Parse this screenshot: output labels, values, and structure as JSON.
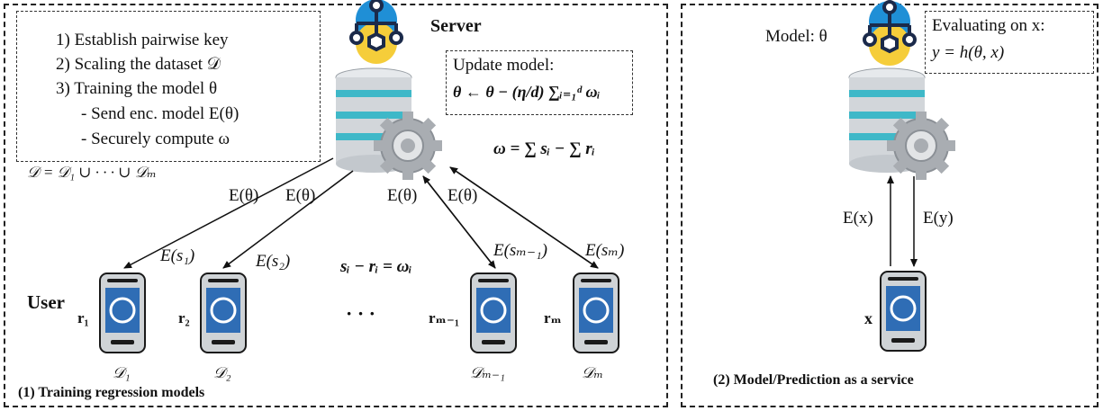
{
  "left_panel": {
    "caption": "(1) Training regression models",
    "steps": [
      "1) Establish pairwise key",
      "2) Scaling the dataset 𝒟",
      "3) Training the model θ",
      "- Send enc. model E(θ)",
      "- Securely compute ω"
    ],
    "dataset_union": "𝒟 = 𝒟₁ ∪ · · · ∪ 𝒟ₘ",
    "server_label": "Server",
    "update_title": "Update model:",
    "update_formula": "θ ← θ − (η/d) ∑ᵢ₌₁ᵈ ωᵢ",
    "omega_formula": "ω = ∑ sᵢ − ∑ rᵢ",
    "mask_formula": "sᵢ − rᵢ = ωᵢ",
    "user_label": "User",
    "ellipsis": "· · ·",
    "arrow_labels": {
      "e_theta": "E(θ)",
      "e_s1": "E(s₁)",
      "e_s2": "E(s₂)",
      "e_sm1": "E(sₘ₋₁)",
      "e_sm": "E(sₘ)"
    },
    "users": [
      {
        "r": "r₁",
        "d": "𝒟₁"
      },
      {
        "r": "r₂",
        "d": "𝒟₂"
      },
      {
        "r": "rₘ₋₁",
        "d": "𝒟ₘ₋₁"
      },
      {
        "r": "rₘ",
        "d": "𝒟ₘ"
      }
    ]
  },
  "right_panel": {
    "caption": "(2) Model/Prediction as a service",
    "model_label": "Model: θ",
    "eval_title": "Evaluating on x:",
    "eval_formula": "y = h(θ, x)",
    "e_x": "E(x)",
    "e_y": "E(y)",
    "x_label": "x"
  },
  "colors": {
    "phone_body": "#cfd3d6",
    "phone_screen": "#2f6db5",
    "db_disk": "#d2d6da",
    "db_stripe": "#3fb8c8",
    "gear": "#a9adb2",
    "net_top": "#1f8fd6",
    "net_bottom": "#f5cd3a"
  }
}
